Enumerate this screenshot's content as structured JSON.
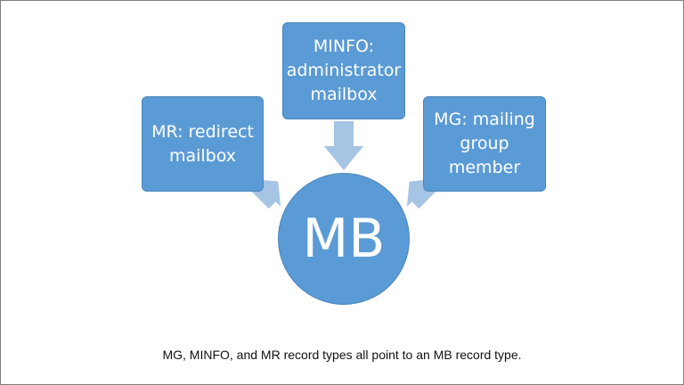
{
  "diagram": {
    "nodes": {
      "mr": "MR: redirect\nmailbox",
      "minfo": "MINFO:\nadministrator\nmailbox",
      "mg": "MG: mailing\ngroup\nmember",
      "mb": "MB"
    },
    "caption": "MG, MINFO, and MR record types all point to an MB record type."
  },
  "colors": {
    "node_fill": "#5b9bd5",
    "arrow_fill": "#a6c4e4"
  }
}
